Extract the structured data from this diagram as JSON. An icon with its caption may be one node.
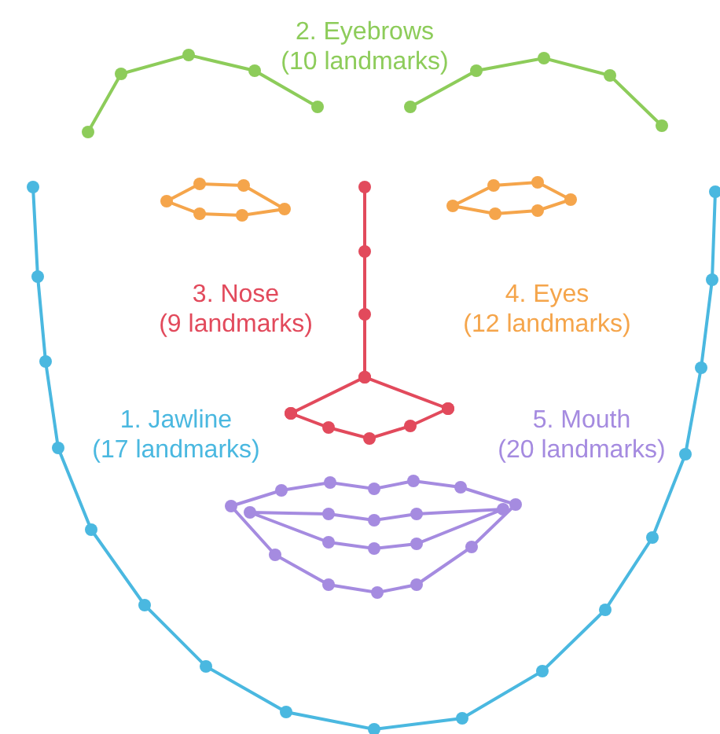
{
  "diagram": {
    "labels": [
      "2. Eyebrows (10 landmarks)",
      "3. Nose (9 landmarks)",
      "4. Eyes (12 landmarks)",
      "1. Jawline (17 landmarks)",
      "5. Mouth (20 landmarks)"
    ]
  }
}
